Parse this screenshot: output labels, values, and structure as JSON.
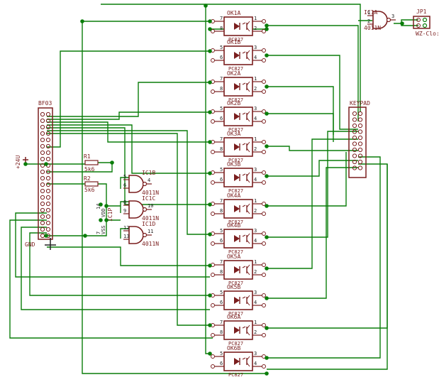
{
  "schematic": {
    "colors": {
      "wire": "#0a7d0a",
      "part": "#7a1e1e",
      "junction": "#0a7d0a",
      "pin_text": "#222222"
    },
    "connectors": {
      "bf": {
        "name": "BF03"
      },
      "keypad": {
        "name": "KEYPAD"
      },
      "jp": {
        "name": "JP1",
        "value": "WZ-Clo:"
      }
    },
    "supply": {
      "v24": "+24U",
      "gnd": "GND"
    },
    "resistors": [
      {
        "name": "R1",
        "value": "5k6"
      },
      {
        "name": "R2",
        "value": "5k6"
      }
    ],
    "power_pins": {
      "vdd": "14",
      "vss": "7",
      "part": "IC1P",
      "vdd_lbl": "VDD",
      "vss_lbl": "VSS"
    },
    "gates": [
      {
        "name": "IC1A",
        "type": "4011N",
        "in1": "1",
        "in2": "2",
        "out": "3"
      },
      {
        "name": "IC1B",
        "type": "4011N",
        "in1": "5",
        "in2": "6",
        "out": "4"
      },
      {
        "name": "IC1C",
        "type": "4011N",
        "in1": "8",
        "in2": "9",
        "out": "10"
      },
      {
        "name": "IC1D",
        "type": "4011N",
        "in1": "12",
        "in2": "13",
        "out": "11"
      }
    ],
    "optocouplers": [
      {
        "name": "OK1A",
        "pkg": "PC827",
        "pa": "1",
        "pb": "2",
        "pc": "7",
        "pd": "8"
      },
      {
        "name": "OK1B",
        "pkg": "PC827",
        "pa": "3",
        "pb": "4",
        "pc": "5",
        "pd": "6"
      },
      {
        "name": "OK2A",
        "pkg": "PC827",
        "pa": "1",
        "pb": "2",
        "pc": "7",
        "pd": "8"
      },
      {
        "name": "OK2B",
        "pkg": "PC827",
        "pa": "3",
        "pb": "4",
        "pc": "5",
        "pd": "6"
      },
      {
        "name": "OK3A",
        "pkg": "PC827",
        "pa": "1",
        "pb": "2",
        "pc": "7",
        "pd": "8"
      },
      {
        "name": "OK3B",
        "pkg": "PC827",
        "pa": "3",
        "pb": "4",
        "pc": "5",
        "pd": "6"
      },
      {
        "name": "OK4A",
        "pkg": "PC827",
        "pa": "1",
        "pb": "2",
        "pc": "7",
        "pd": "8"
      },
      {
        "name": "OK4B",
        "pkg": "PC827",
        "pa": "3",
        "pb": "4",
        "pc": "5",
        "pd": "6"
      },
      {
        "name": "OK5A",
        "pkg": "PC827",
        "pa": "1",
        "pb": "2",
        "pc": "7",
        "pd": "8"
      },
      {
        "name": "OK5B",
        "pkg": "PC827",
        "pa": "3",
        "pb": "4",
        "pc": "5",
        "pd": "6"
      },
      {
        "name": "OK6A",
        "pkg": "PC827",
        "pa": "1",
        "pb": "2",
        "pc": "7",
        "pd": "8"
      },
      {
        "name": "OK6B",
        "pkg": "PC827",
        "pa": "3",
        "pb": "4",
        "pc": "5",
        "pd": "6"
      }
    ]
  }
}
